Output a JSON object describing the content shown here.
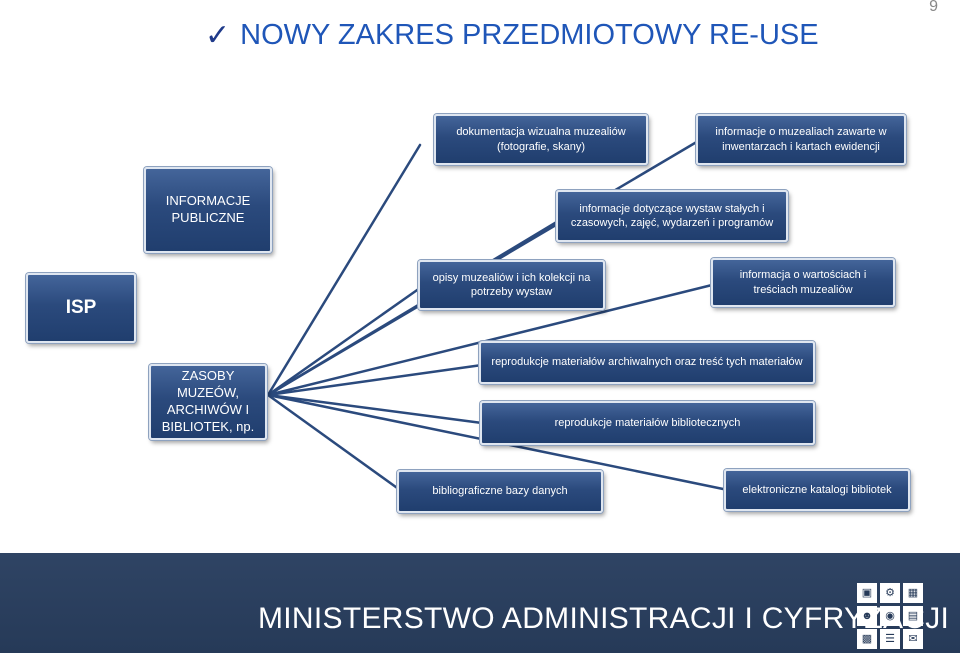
{
  "header": {
    "check": "✓",
    "title": "NOWY ZAKRES PRZEDMIOTOWY RE-USE",
    "page_number": "9"
  },
  "boxes": {
    "isp": "ISP",
    "informacje_publiczne": "INFORMACJE PUBLICZNE",
    "zasoby": "ZASOBY MUZEÓW, ARCHIWÓW I BIBLIOTEK, np.",
    "dokumentacja": "dokumentacja wizualna muzealiów (fotografie, skany)",
    "informacje_muzealia": "informacje o muzealiach zawarte w inwentarzach i kartach ewidencji",
    "informacje_wystawy": "informacje dotyczące wystaw stałych i czasowych, zajęć, wydarzeń i programów",
    "opisy": "opisy muzealiów i ich kolekcji na potrzeby wystaw",
    "wartosci": "informacja o wartościach i treściach muzealiów",
    "reprodukcje_archiwalne": "reprodukcje materiałów archiwalnych oraz treść tych materiałów",
    "reprodukcje_biblioteczne": "reprodukcje materiałów bibliotecznych",
    "bibliograficzne": "bibliograficzne bazy danych",
    "katalogi": "elektroniczne katalogi bibliotek"
  },
  "footer": {
    "ministry": "MINISTERSTWO ADMINISTRACJI I CYFRYZACJI",
    "logo_icons": [
      "monitor-icon",
      "gears-icon",
      "grid-icon",
      "people-icon",
      "network-icon",
      "display-icon",
      "screen-icon",
      "document-icon",
      "chat-icon"
    ],
    "background": "#2b3f5e"
  },
  "colors": {
    "title": "#1f56b8",
    "box_fill": "#2b4a7d",
    "box_border": "#dfe6f0",
    "line": "#2b4a7d"
  }
}
